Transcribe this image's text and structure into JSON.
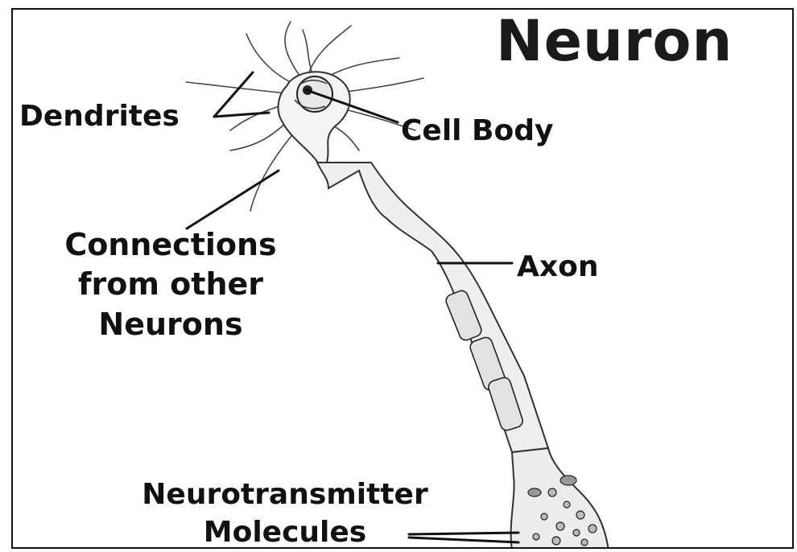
{
  "title": "Neuron",
  "labels": {
    "dendrites": "Dendrites",
    "cell_body": "Cell Body",
    "connections": "Connections from other Neurons",
    "axon": "Axon",
    "neurotransmitter": "Neurotransmitter Molecules"
  },
  "colors": {
    "ink": "#111111",
    "background": "#ffffff"
  }
}
